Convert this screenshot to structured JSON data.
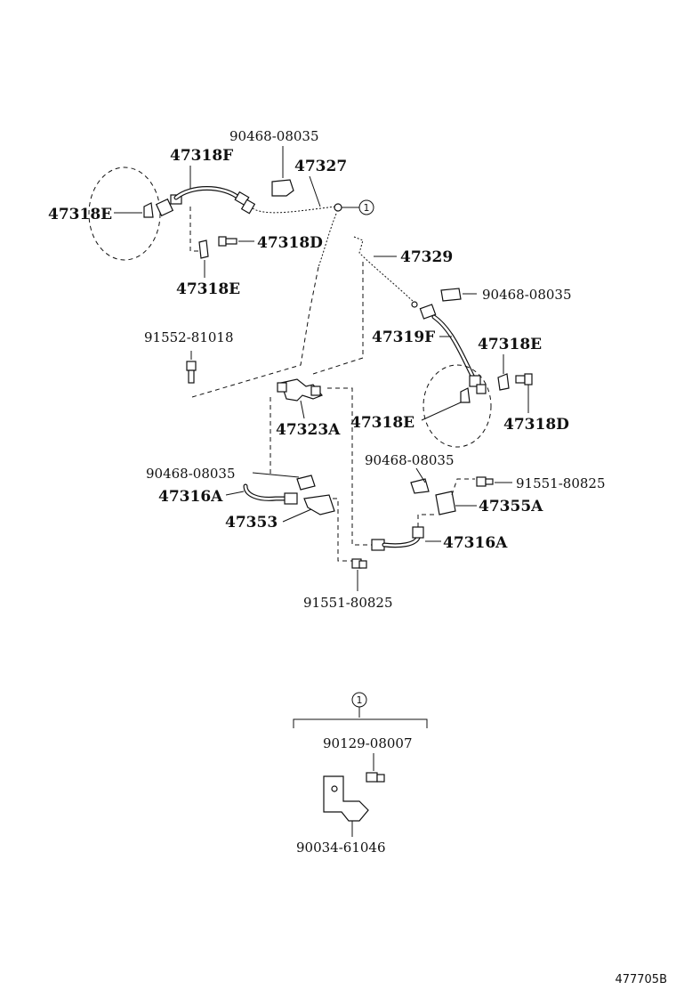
{
  "diagram": {
    "labels": {
      "p90468_top": "90468-08035",
      "p47318F": "47318F",
      "p47327": "47327",
      "p47318E_left": "47318E",
      "p47318D_top": "47318D",
      "p47318E_mid": "47318E",
      "p47329": "47329",
      "p90468_right": "90468-08035",
      "p91552": "91552-81018",
      "p47319F": "47319F",
      "p47318E_right": "47318E",
      "p47323A": "47323A",
      "p47318E_disc": "47318E",
      "p47318D_right": "47318D",
      "p90468_midleft": "90468-08035",
      "p90468_midright": "90468-08035",
      "p91551_right": "91551-80825",
      "p47316A_left": "47316A",
      "p47355A": "47355A",
      "p47353": "47353",
      "p47316A_right": "47316A",
      "p91551_bottom": "91551-80825",
      "p90129": "90129-08007",
      "p90034": "90034-61046"
    },
    "callout_top": "1",
    "callout_bottom": "1",
    "ref_code": "477705B"
  }
}
